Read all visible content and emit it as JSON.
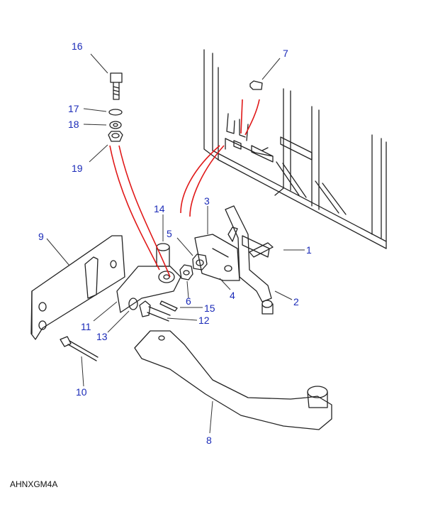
{
  "diagram": {
    "figure_code": "AHNXGM4A",
    "colors": {
      "callout_text": "#1a2ab8",
      "leader_line": "#333333",
      "highlight_line": "#e01818",
      "part_stroke": "#222222",
      "part_fill": "#ffffff"
    },
    "callouts": [
      {
        "id": "callout-1",
        "label": "1"
      },
      {
        "id": "callout-2",
        "label": "2"
      },
      {
        "id": "callout-3",
        "label": "3"
      },
      {
        "id": "callout-4",
        "label": "4"
      },
      {
        "id": "callout-5",
        "label": "5"
      },
      {
        "id": "callout-6",
        "label": "6"
      },
      {
        "id": "callout-7",
        "label": "7"
      },
      {
        "id": "callout-8",
        "label": "8"
      },
      {
        "id": "callout-9",
        "label": "9"
      },
      {
        "id": "callout-10",
        "label": "10"
      },
      {
        "id": "callout-11",
        "label": "11"
      },
      {
        "id": "callout-12",
        "label": "12"
      },
      {
        "id": "callout-13",
        "label": "13"
      },
      {
        "id": "callout-14",
        "label": "14"
      },
      {
        "id": "callout-15",
        "label": "15"
      },
      {
        "id": "callout-16",
        "label": "16"
      },
      {
        "id": "callout-17",
        "label": "17"
      },
      {
        "id": "callout-18",
        "label": "18"
      },
      {
        "id": "callout-19",
        "label": "19"
      }
    ]
  }
}
